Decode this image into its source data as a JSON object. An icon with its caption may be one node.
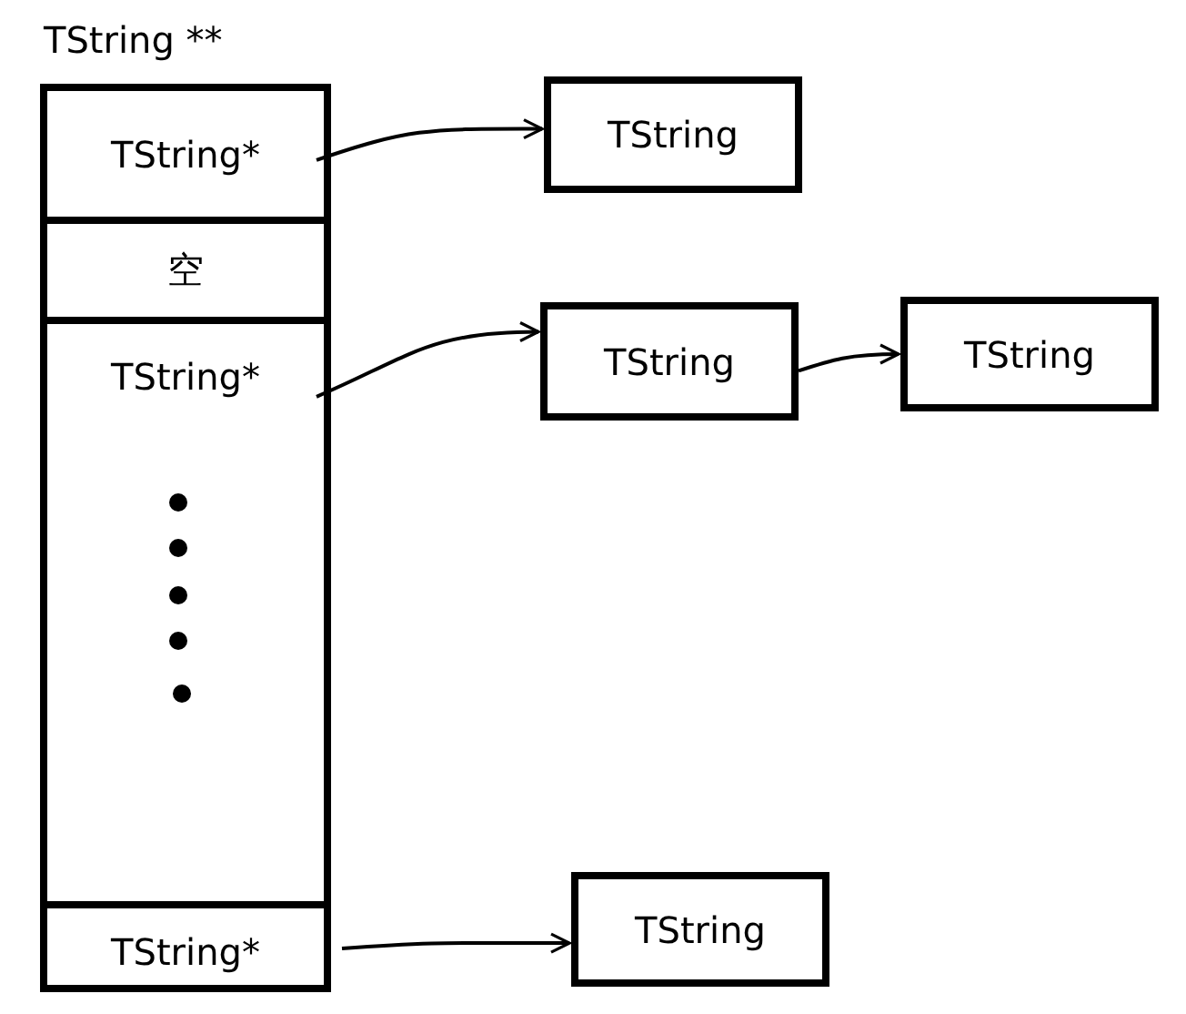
{
  "diagram": {
    "nodes": [
      {
        "text": [
          "TString **"
        ]
      },
      {
        "text": [
          "TString*"
        ],
        "in": 0
      },
      {
        "text": [
          "空"
        ],
        "in": 0
      },
      {
        "text": [
          "TString*"
        ],
        "in": 0
      },
      {
        "text": [
          "TString*"
        ],
        "in": 0
      },
      {
        "text": [
          "TString"
        ]
      },
      {
        "text": [
          "TString"
        ]
      },
      {
        "text": [
          "TString"
        ]
      },
      {
        "text": [
          "TString"
        ]
      }
    ],
    "edges": [
      {
        "from": 1,
        "to": 5,
        "arrow": "to"
      },
      {
        "from": 3,
        "to": 6,
        "arrow": "to"
      },
      {
        "from": 6,
        "to": 7,
        "arrow": "to"
      },
      {
        "from": 4,
        "to": 8,
        "arrow": "to"
      }
    ]
  }
}
